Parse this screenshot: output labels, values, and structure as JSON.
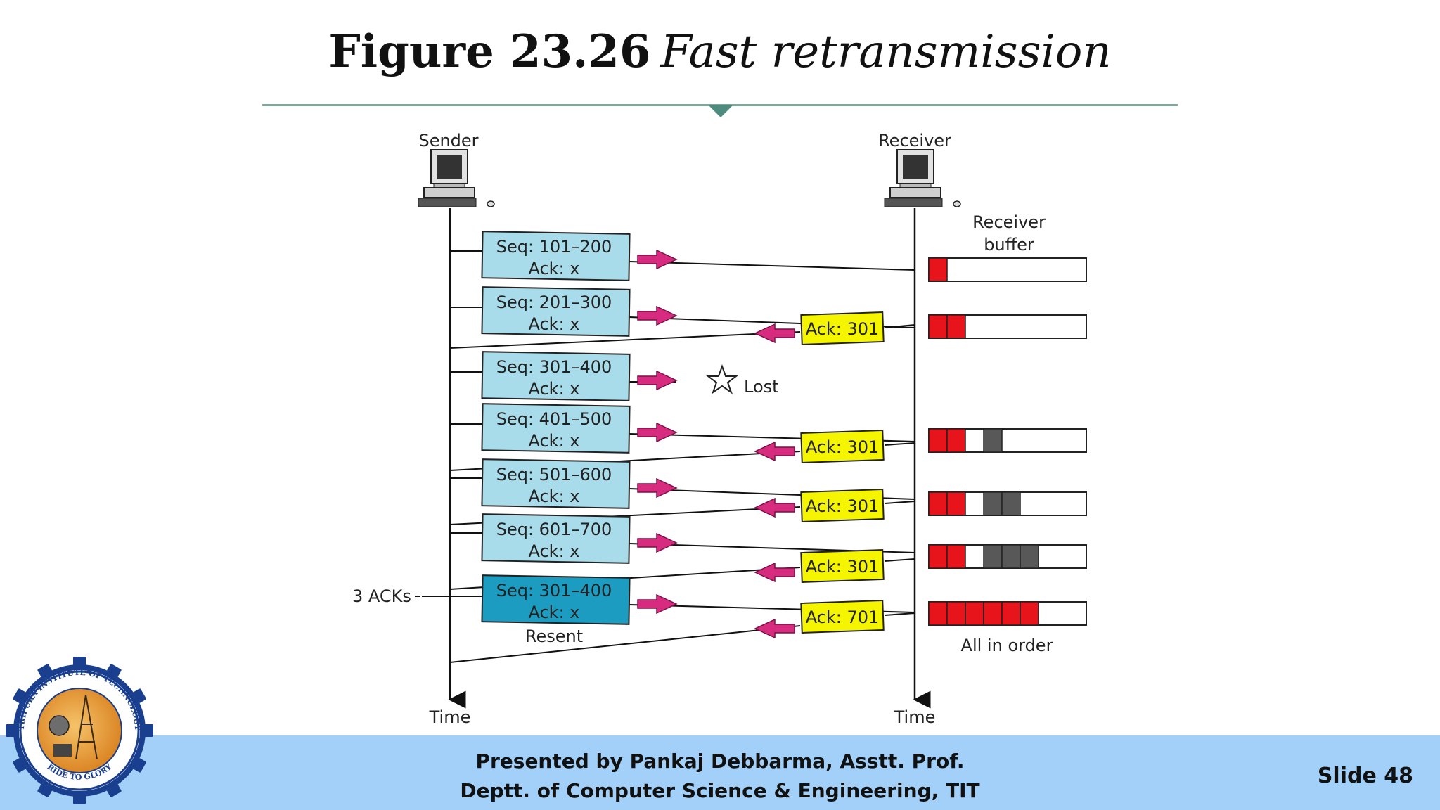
{
  "title": {
    "number": "Figure 23.26",
    "name": "Fast retransmission"
  },
  "diagram": {
    "sender_label": "Sender",
    "receiver_label": "Receiver",
    "receiver_buffer_label_1": "Receiver",
    "receiver_buffer_label_2": "buffer",
    "time_left": "Time",
    "time_right": "Time",
    "lost_label": "Lost",
    "three_acks_label": "3 ACKs",
    "resent_label": "Resent",
    "all_in_order_label": "All in order",
    "segments": [
      {
        "seq": "Seq: 101–200",
        "ack": "Ack: x"
      },
      {
        "seq": "Seq: 201–300",
        "ack": "Ack: x"
      },
      {
        "seq": "Seq: 301–400",
        "ack": "Ack: x"
      },
      {
        "seq": "Seq: 401–500",
        "ack": "Ack: x"
      },
      {
        "seq": "Seq: 501–600",
        "ack": "Ack: x"
      },
      {
        "seq": "Seq: 601–700",
        "ack": "Ack: x"
      },
      {
        "seq": "Seq: 301–400",
        "ack": "Ack: x"
      }
    ],
    "acks": [
      "Ack: 301",
      "Ack: 301",
      "Ack: 301",
      "Ack: 301",
      "Ack: 701"
    ]
  },
  "footer": {
    "line1": "Presented by Pankaj Debbarma, Asstt. Prof.",
    "line2": "Deptt. of Computer Science & Engineering, TIT",
    "slide": "Slide 48"
  },
  "logo": {
    "ring_top_text": "TRIPURA INSTITUTE OF TECHNOLOGY",
    "ring_bottom_text": "RIDE TO GLORY"
  },
  "colors": {
    "segment_fill": "#a8dcea",
    "resent_fill": "#1b9cc0",
    "ack_fill": "#f5f500",
    "arrow": "#d62b7f",
    "buffer_received": "#e8141c",
    "buffer_out_of_order": "#585858",
    "footer": "#a2d0f8"
  }
}
